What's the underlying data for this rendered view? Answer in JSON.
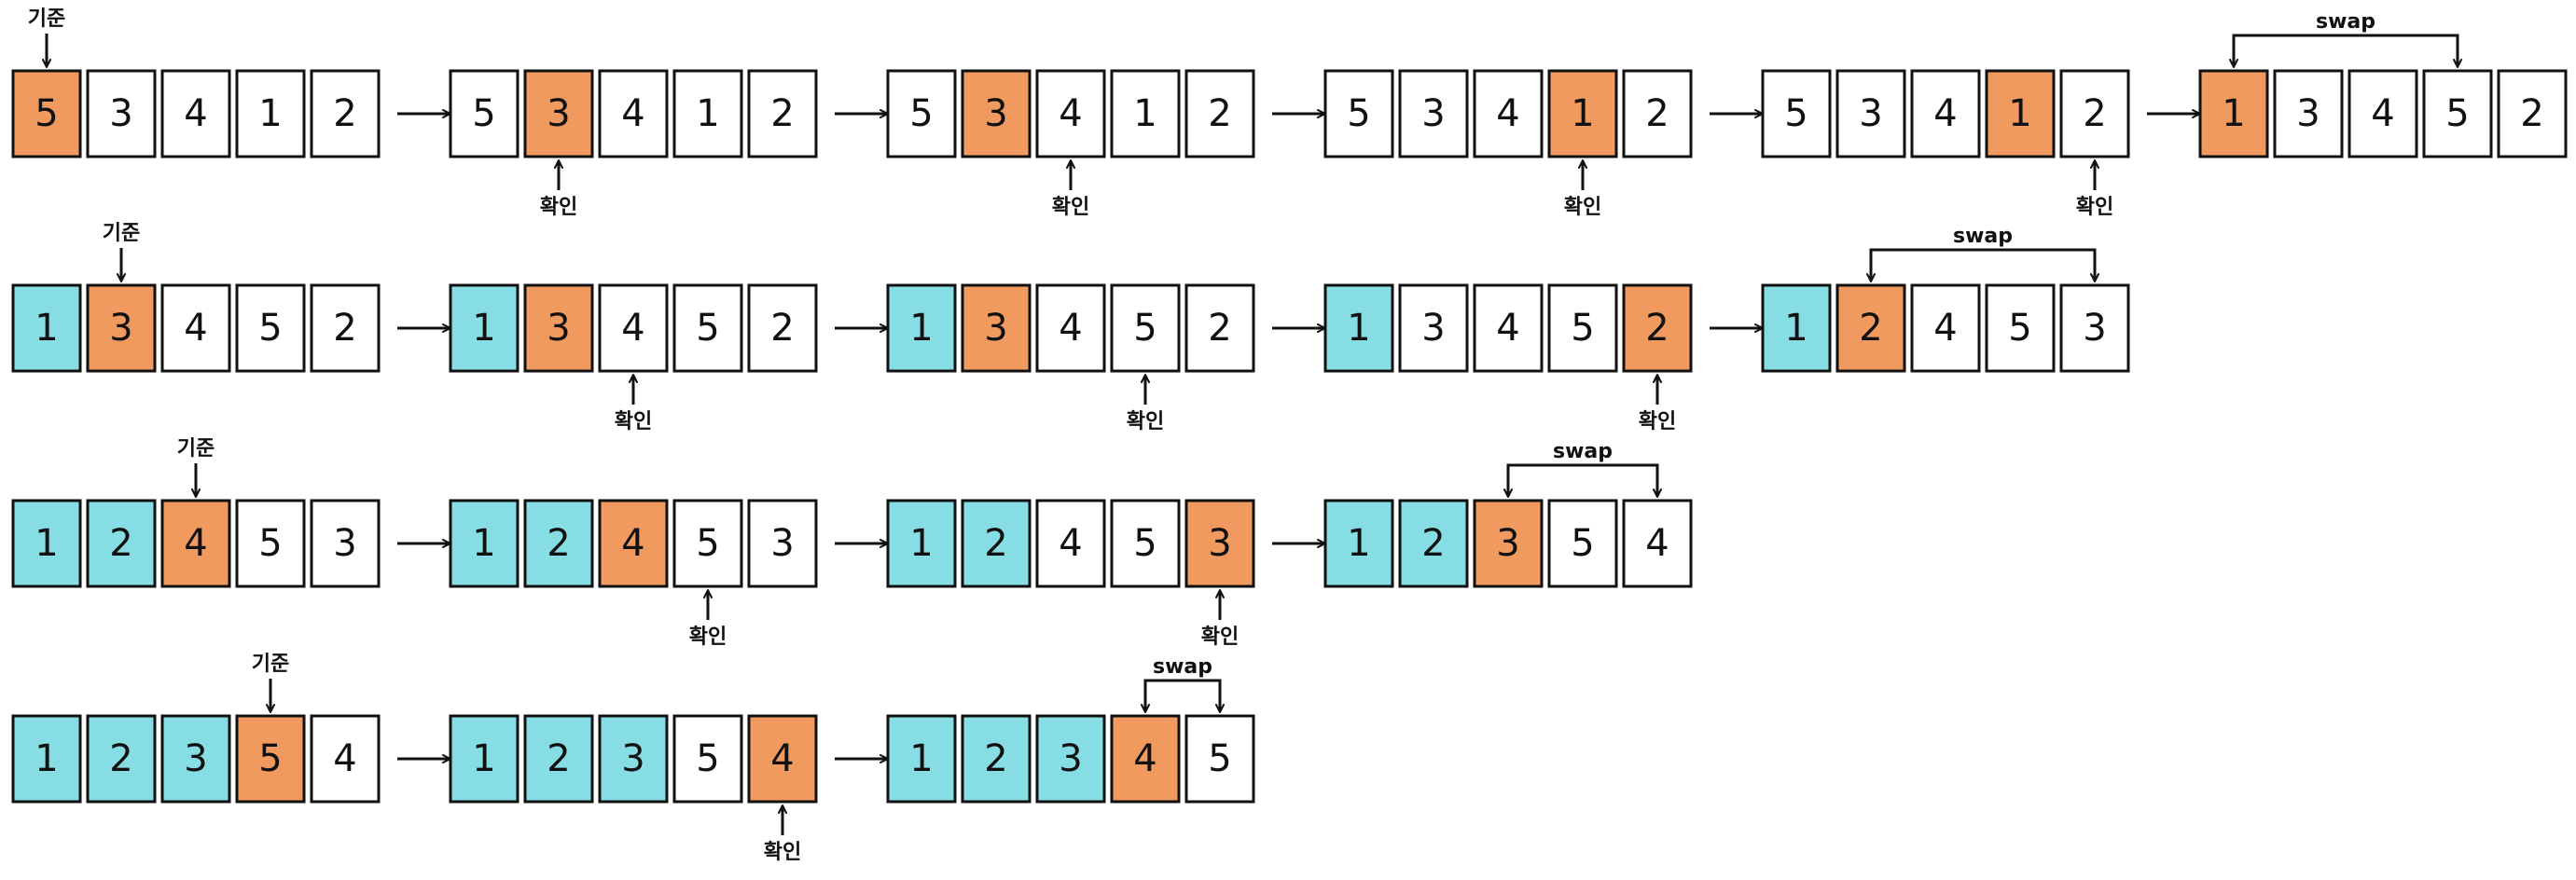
{
  "labels": {
    "pivot": "기준",
    "check": "확인",
    "swap": "swap"
  },
  "colors": {
    "current": "#F19A5F",
    "sorted": "#86DDE4",
    "normal": "#FFFFFF",
    "stroke": "#111111"
  },
  "rows": [
    {
      "states": [
        {
          "values": [
            5,
            3,
            4,
            1,
            2
          ],
          "colors": [
            "o",
            "w",
            "w",
            "w",
            "w"
          ],
          "pivot": 0
        },
        {
          "values": [
            5,
            3,
            4,
            1,
            2
          ],
          "colors": [
            "w",
            "o",
            "w",
            "w",
            "w"
          ],
          "check": 1
        },
        {
          "values": [
            5,
            3,
            4,
            1,
            2
          ],
          "colors": [
            "w",
            "o",
            "w",
            "w",
            "w"
          ],
          "check": 2
        },
        {
          "values": [
            5,
            3,
            4,
            1,
            2
          ],
          "colors": [
            "w",
            "w",
            "w",
            "o",
            "w"
          ],
          "check": 3
        },
        {
          "values": [
            5,
            3,
            4,
            1,
            2
          ],
          "colors": [
            "w",
            "w",
            "w",
            "o",
            "w"
          ],
          "check": 4
        },
        {
          "values": [
            1,
            3,
            4,
            5,
            2
          ],
          "colors": [
            "o",
            "w",
            "w",
            "w",
            "w"
          ],
          "swap": [
            0,
            3
          ]
        }
      ]
    },
    {
      "states": [
        {
          "values": [
            1,
            3,
            4,
            5,
            2
          ],
          "colors": [
            "c",
            "o",
            "w",
            "w",
            "w"
          ],
          "pivot": 1
        },
        {
          "values": [
            1,
            3,
            4,
            5,
            2
          ],
          "colors": [
            "c",
            "o",
            "w",
            "w",
            "w"
          ],
          "check": 2
        },
        {
          "values": [
            1,
            3,
            4,
            5,
            2
          ],
          "colors": [
            "c",
            "o",
            "w",
            "w",
            "w"
          ],
          "check": 3
        },
        {
          "values": [
            1,
            3,
            4,
            5,
            2
          ],
          "colors": [
            "c",
            "w",
            "w",
            "w",
            "o"
          ],
          "check": 4
        },
        {
          "values": [
            1,
            2,
            4,
            5,
            3
          ],
          "colors": [
            "c",
            "o",
            "w",
            "w",
            "w"
          ],
          "swap": [
            1,
            4
          ]
        }
      ]
    },
    {
      "states": [
        {
          "values": [
            1,
            2,
            4,
            5,
            3
          ],
          "colors": [
            "c",
            "c",
            "o",
            "w",
            "w"
          ],
          "pivot": 2
        },
        {
          "values": [
            1,
            2,
            4,
            5,
            3
          ],
          "colors": [
            "c",
            "c",
            "o",
            "w",
            "w"
          ],
          "check": 3
        },
        {
          "values": [
            1,
            2,
            4,
            5,
            3
          ],
          "colors": [
            "c",
            "c",
            "w",
            "w",
            "o"
          ],
          "check": 4
        },
        {
          "values": [
            1,
            2,
            3,
            5,
            4
          ],
          "colors": [
            "c",
            "c",
            "o",
            "w",
            "w"
          ],
          "swap": [
            2,
            4
          ]
        }
      ]
    },
    {
      "states": [
        {
          "values": [
            1,
            2,
            3,
            5,
            4
          ],
          "colors": [
            "c",
            "c",
            "c",
            "o",
            "w"
          ],
          "pivot": 3
        },
        {
          "values": [
            1,
            2,
            3,
            5,
            4
          ],
          "colors": [
            "c",
            "c",
            "c",
            "w",
            "o"
          ],
          "check": 4
        },
        {
          "values": [
            1,
            2,
            3,
            4,
            5
          ],
          "colors": [
            "c",
            "c",
            "c",
            "o",
            "w"
          ],
          "swap": [
            3,
            4
          ]
        }
      ]
    }
  ]
}
